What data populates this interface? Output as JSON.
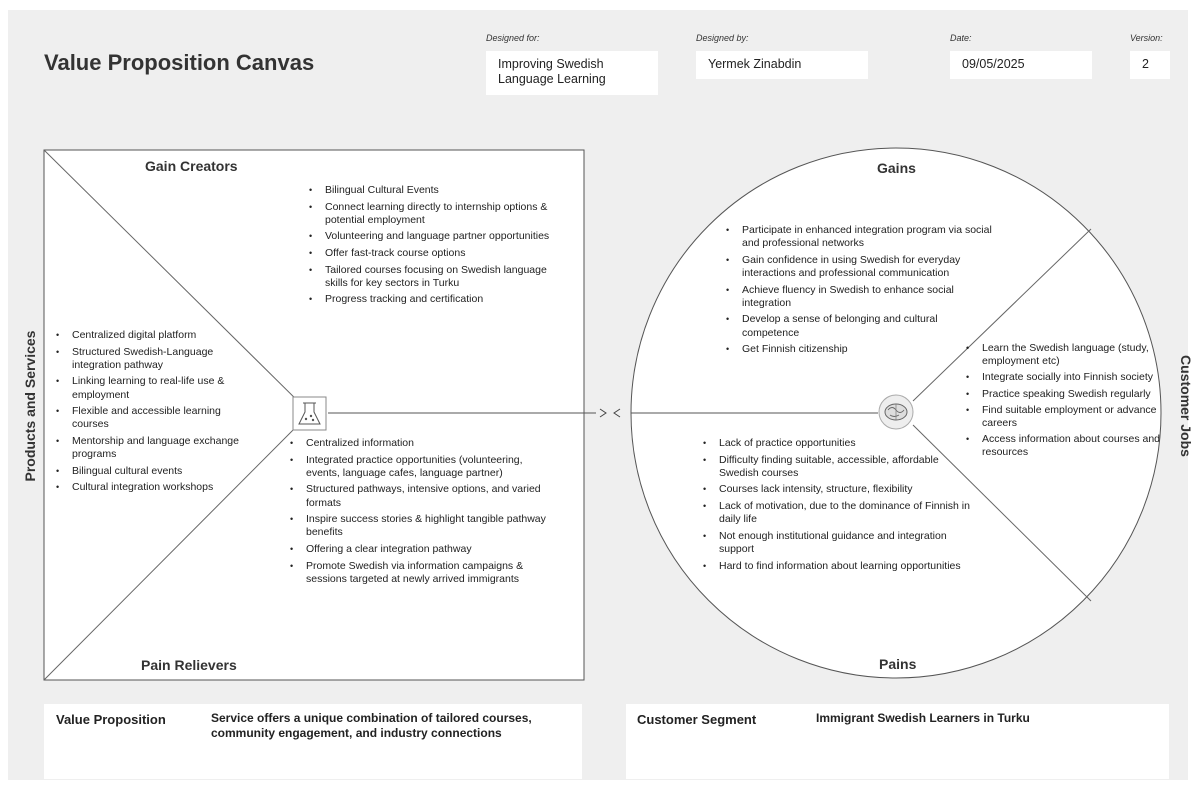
{
  "header": {
    "title": "Value Proposition Canvas",
    "designed_for_label": "Designed for:",
    "designed_for_value": "Improving Swedish Language Learning",
    "designed_by_label": "Designed by:",
    "designed_by_value": "Yermek Zinabdin",
    "date_label": "Date:",
    "date_value": "09/05/2025",
    "version_label": "Version:",
    "version_value": "2"
  },
  "value_map": {
    "side_label": "Products and Services",
    "gain_creators_title": "Gain Creators",
    "pain_relievers_title": "Pain Relievers",
    "gain_creators": [
      "Bilingual Cultural Events",
      "Connect learning directly to internship options & potential employment",
      "Volunteering and language partner opportunities",
      "Offer fast-track course options",
      "Tailored courses focusing on Swedish language skills for key sectors in Turku",
      "Progress tracking and certification"
    ],
    "products_services": [
      "Centralized digital platform",
      "Structured Swedish-Language integration pathway",
      "Linking learning to real-life use & employment",
      "Flexible and accessible learning courses",
      "Mentorship and language exchange programs",
      "Bilingual cultural events",
      "Cultural integration workshops"
    ],
    "pain_relievers": [
      "Centralized information",
      "Integrated practice opportunities (volunteering, events, language cafes, language partner)",
      "Structured pathways, intensive options, and varied formats",
      "Inspire success stories & highlight tangible pathway benefits",
      "Offering a clear integration pathway",
      "Promote Swedish via information campaigns & sessions targeted at newly arrived immigrants"
    ]
  },
  "customer_profile": {
    "side_label": "Customer Jobs",
    "gains_title": "Gains",
    "pains_title": "Pains",
    "gains": [
      "Participate in enhanced integration program via social and professional networks",
      "Gain confidence in using Swedish for everyday interactions and professional communication",
      "Achieve fluency in Swedish to enhance social integration",
      "Develop a sense of belonging and cultural competence",
      "Get Finnish citizenship"
    ],
    "pains": [
      "Lack of practice opportunities",
      "Difficulty finding suitable, accessible, affordable Swedish courses",
      "Courses lack intensity, structure, flexibility",
      "Lack of motivation, due to the dominance of Finnish in daily life",
      "Not enough institutional guidance and integration support",
      "Hard to find information about learning opportunities"
    ],
    "jobs": [
      "Learn the Swedish language (study, employment etc)",
      "Integrate socially into Finnish society",
      "Practice speaking Swedish regularly",
      "Find suitable employment or advance careers",
      "Access information about courses and resources"
    ]
  },
  "footer": {
    "value_proposition_label": "Value Proposition",
    "value_proposition_text": "Service offers a unique combination of tailored courses, community engagement, and industry connections",
    "customer_segment_label": "Customer Segment",
    "customer_segment_text": "Immigrant Swedish Learners in Turku"
  },
  "icons": {
    "value_map_icon": "flask-icon",
    "customer_icon": "brain-icon"
  },
  "colors": {
    "background": "#efefef",
    "panel": "#ffffff",
    "line": "#555555"
  }
}
